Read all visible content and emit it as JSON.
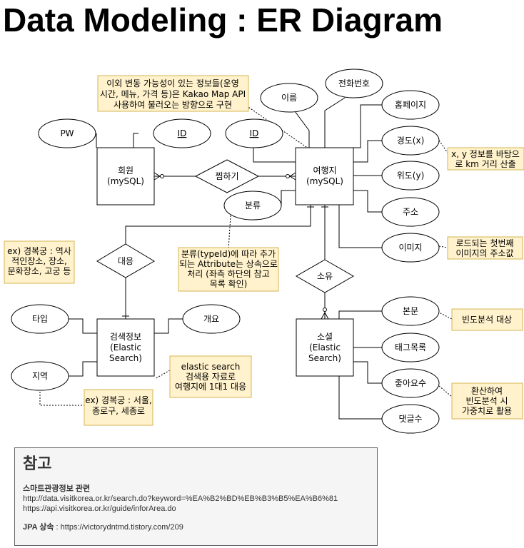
{
  "title": "Data Modeling : ER Diagram",
  "entities": {
    "member": [
      "회원",
      "(mySQL)"
    ],
    "place": [
      "여행지",
      "(mySQL)"
    ],
    "search": [
      "검색정보",
      "(Elastic",
      "Search)"
    ],
    "social": [
      "소셜",
      "(Elastic",
      "Search)"
    ]
  },
  "relationships": {
    "like": "찜하기",
    "correspond": "대응",
    "own": "소유"
  },
  "attributes": {
    "pw": "PW",
    "member_id": "ID",
    "place_id": "ID",
    "name": "이름",
    "phone": "전화번호",
    "homepage": "홈페이지",
    "longitude": "경도(x)",
    "latitude": "위도(y)",
    "address": "주소",
    "image": "이미지",
    "category": "분류",
    "type": "타입",
    "overview": "개요",
    "region": "지역",
    "body": "본문",
    "tags": "태그목록",
    "likes": "좋아요수",
    "comments": "댓글수"
  },
  "notes": {
    "kakao": [
      "이외 변동 가능성이 있는 정보들(운영",
      "시간, 메뉴, 가격 등)은 Kakao Map API",
      "사용하여 불러오는 방향으로 구현"
    ],
    "xy": [
      "x, y 정보를 바탕으",
      "로 km 거리 산출"
    ],
    "image": [
      "로드되는 첫번째",
      "이미지의 주소값"
    ],
    "category": [
      "분류(typeId)에 따라 추가",
      "되는 Attribute는 상속으로",
      "처리 (좌측 하단의 참고",
      "목록 확인)"
    ],
    "type_example": [
      "ex) 경복궁 : 역사",
      "적인장소, 장소,",
      "문화장소, 고궁 등"
    ],
    "elastic": [
      "elastic search",
      "검색용 자료로",
      "여행지에 1대1 대응"
    ],
    "region_example": [
      "ex) 경복궁 : 서울,",
      "종로구, 세종로"
    ],
    "freq": [
      "빈도분석 대상"
    ],
    "weight": [
      "환산하여",
      "빈도분석 시",
      "가중치로 활용"
    ]
  },
  "reference": {
    "title": "참고",
    "subtitle": "스마트관광정보 관련",
    "link1": "http://data.visitkorea.or.kr/search.do?keyword=%EA%B2%BD%EB%B3%B5%EA%B6%81",
    "link2": "https://api.visitkorea.or.kr/guide/inforArea.do",
    "jpa_label": "JPA 상속",
    "jpa_link": " : https://victorydntmd.tistory.com/209"
  }
}
